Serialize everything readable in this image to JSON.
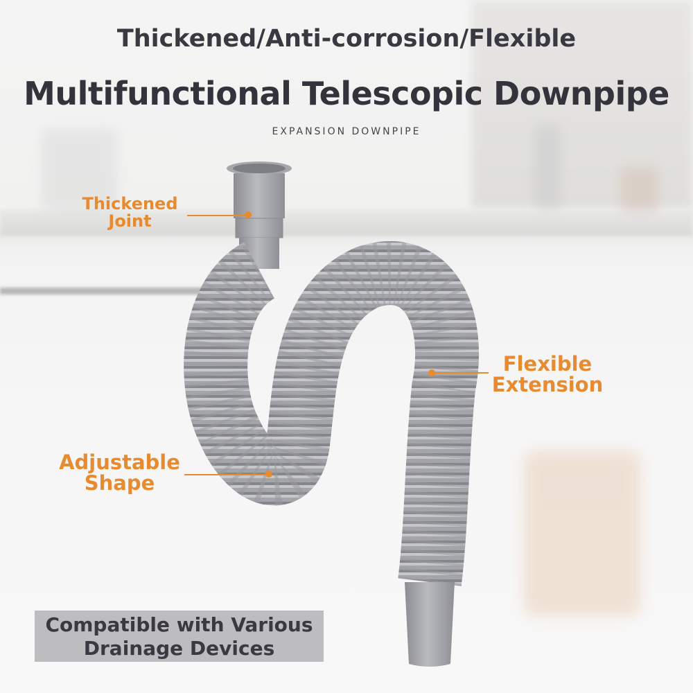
{
  "header": {
    "tagline": "Thickened/Anti-corrosion/Flexible",
    "title": "Multifunctional Telescopic Downpipe",
    "subtitle": "EXPANSION DOWNPIPE"
  },
  "callouts": [
    {
      "line1": "Thickened",
      "line2": "Joint"
    },
    {
      "line1": "Adjustable",
      "line2": "Shape"
    },
    {
      "line1": "Flexible",
      "line2": "Extension"
    }
  ],
  "footer_badge": {
    "line1": "Compatible with Various",
    "line2": "Drainage Devices"
  },
  "colors": {
    "accent": "#e88a2e",
    "title": "#34333c",
    "pipe": "#a3a4a8",
    "badge_bg": "#bdbdbf"
  }
}
